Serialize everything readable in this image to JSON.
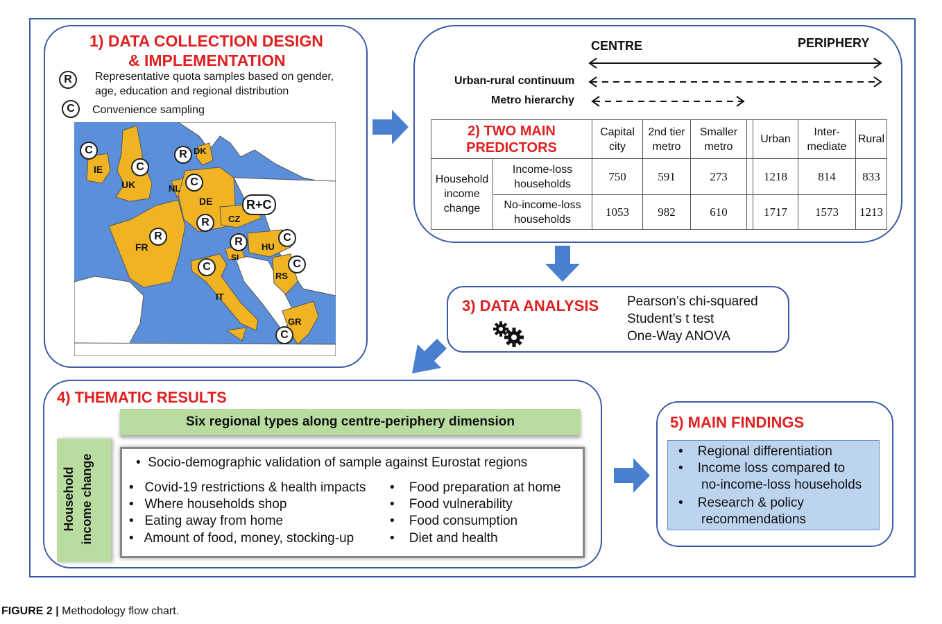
{
  "box1": {
    "title_line1": "1) DATA COLLECTION DESIGN",
    "title_line2": "& IMPLEMENTATION",
    "legend_r_symbol": "R",
    "legend_r_line1": "Representative quota samples based on gender,",
    "legend_r_line2": "age, education and regional distribution",
    "legend_c_symbol": "C",
    "legend_c_text": "Convenience sampling",
    "map": {
      "countries": [
        "IE",
        "UK",
        "DK",
        "NL",
        "DE",
        "CZ",
        "FR",
        "SI",
        "HU",
        "RS",
        "IT",
        "GR"
      ],
      "markers": [
        "C",
        "C",
        "R",
        "C",
        "R",
        "R+C",
        "R",
        "R",
        "C",
        "C",
        "C",
        "C"
      ],
      "colors": {
        "sea": "#5b8fd9",
        "country": "#f0b323",
        "other": "#ffffff"
      }
    }
  },
  "box2": {
    "centre_label": "CENTRE",
    "periphery_label": "PERIPHERY",
    "urban_rural_label": "Urban-rural continuum",
    "metro_label": "Metro hierarchy",
    "table_title_line1": "2) TWO MAIN",
    "table_title_line2": "PREDICTORS",
    "col_headers": [
      [
        "Capital",
        "city"
      ],
      [
        "2nd tier",
        "metro"
      ],
      [
        "Smaller",
        "metro"
      ],
      [
        "Urban"
      ],
      [
        "Inter-",
        "mediate"
      ],
      [
        "Rural"
      ]
    ],
    "row_group_line1": "Household",
    "row_group_line2": "income",
    "row_group_line3": "change",
    "rows": [
      {
        "label_line1": "Income-loss",
        "label_line2": "households",
        "values": [
          "750",
          "591",
          "273",
          "1218",
          "814",
          "833"
        ]
      },
      {
        "label_line1": "No-income-loss",
        "label_line2": "households",
        "values": [
          "1053",
          "982",
          "610",
          "1717",
          "1573",
          "1213"
        ]
      }
    ]
  },
  "box3": {
    "title": "3) DATA ANALYSIS",
    "methods": [
      "Pearson’s chi-squared",
      "Student’s t test",
      "One-Way ANOVA"
    ],
    "icon": "gears-icon"
  },
  "box4": {
    "title": "4) THEMATIC RESULTS",
    "banner": "Six regional types along centre-periphery dimension",
    "side_line1": "Household",
    "side_line2": "income change",
    "top_bullet": "Socio-demographic validation of sample against Eurostat regions",
    "left_bullets": [
      "Covid-19 restrictions & health impacts",
      "Where households shop",
      "Eating away from home",
      "Amount of food, money, stocking-up"
    ],
    "right_bullets": [
      "Food preparation at home",
      "Food vulnerability",
      "Food consumption",
      "Diet and health"
    ]
  },
  "box5": {
    "title": "5) MAIN FINDINGS",
    "items": [
      {
        "line1": "Regional differentiation",
        "line2": ""
      },
      {
        "line1": "Income loss compared to",
        "line2": "no-income-loss households"
      },
      {
        "line1": "Research & policy",
        "line2": "recommendations"
      }
    ]
  },
  "caption": {
    "label": "FIGURE 2 |",
    "text": " Methodology flow chart."
  },
  "colors": {
    "accent_red": "#e02020",
    "border_blue": "#3b5ba5",
    "arrow_blue": "#4a7fd0",
    "banner_green": "#b9dca0",
    "findings_blue": "#bcd4ee"
  }
}
